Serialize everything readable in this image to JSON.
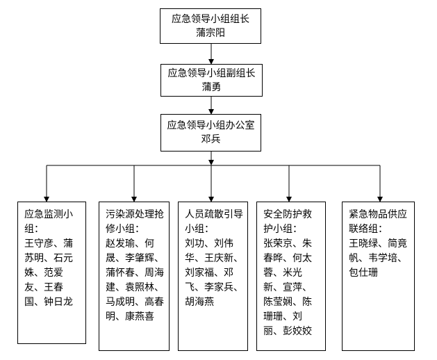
{
  "leader": {
    "title": "应急领导小组组长",
    "name": "蒲宗阳"
  },
  "deputy": {
    "title": "应急领导小组副组长",
    "name": "蒲勇"
  },
  "office": {
    "title": "应急领导小组办公室",
    "name": "邓兵"
  },
  "groups": [
    {
      "title": "应急监测小组：",
      "members": "王守彦、蒲苏明、石元姝、范爱友、王春国、钟日龙"
    },
    {
      "title": "污染源处理抢修小组：",
      "members": "赵发瑜、何晟、李肇辉、蒲怀春、周海建、袁照林、马成明、高春明、康燕喜"
    },
    {
      "title": "人员疏散引导小组：",
      "members": "刘功、刘伟华、王庆新、刘家福、邓飞、李家兵、胡海燕"
    },
    {
      "title": "安全防护救护小组：",
      "members": "张荣京、朱春晔、何太蓉、米光新、宣萍、陈莹娴、陈珊珊、刘丽、彭姣姣"
    },
    {
      "title": "紧急物品供应联络组：",
      "members": "王晓绿、简竟帆、韦学培、包仕珊"
    }
  ]
}
